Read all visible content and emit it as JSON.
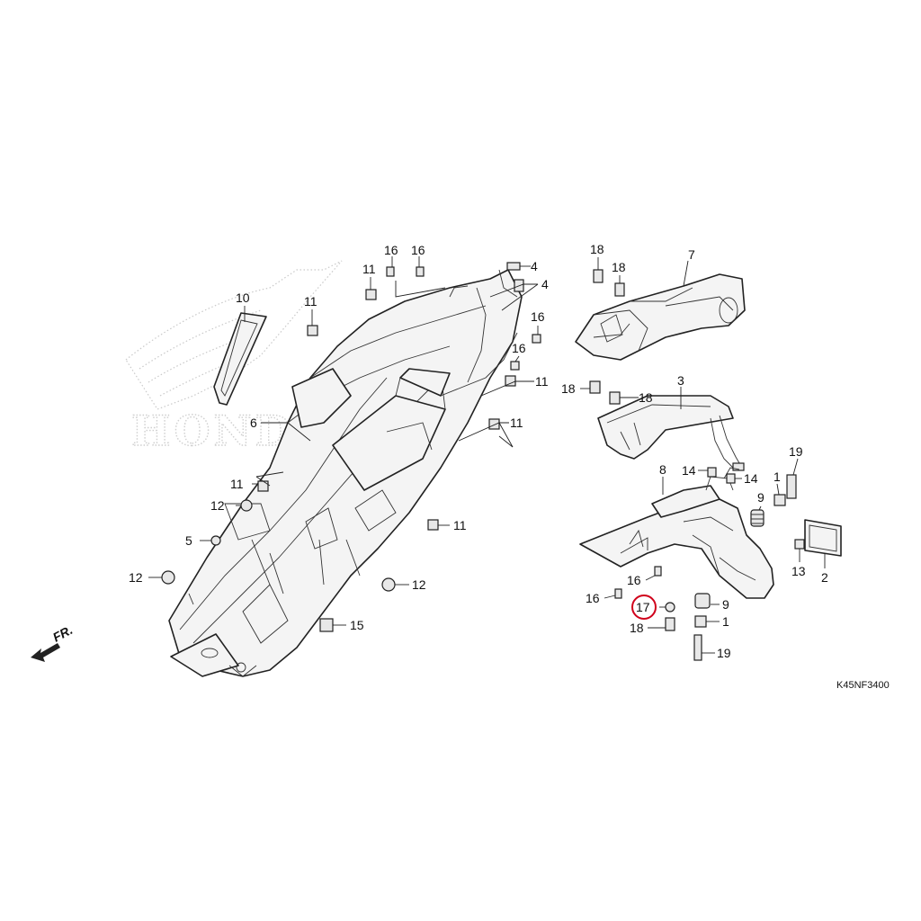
{
  "diagram": {
    "code": "K45NF3400",
    "direction_label": "FR.",
    "watermark": "HONDA",
    "highlight_color": "#d0021b",
    "highlighted_callout": "17",
    "callouts": [
      {
        "id": "c10",
        "text": "10"
      },
      {
        "id": "c11a",
        "text": "11"
      },
      {
        "id": "c16a",
        "text": "16"
      },
      {
        "id": "c16b",
        "text": "16"
      },
      {
        "id": "c11b",
        "text": "11"
      },
      {
        "id": "c4a",
        "text": "4"
      },
      {
        "id": "c4b",
        "text": "4"
      },
      {
        "id": "c16c",
        "text": "16"
      },
      {
        "id": "c16d",
        "text": "16"
      },
      {
        "id": "c11c",
        "text": "11"
      },
      {
        "id": "c11d",
        "text": "11"
      },
      {
        "id": "c6",
        "text": "6"
      },
      {
        "id": "c11e",
        "text": "11"
      },
      {
        "id": "c12a",
        "text": "12"
      },
      {
        "id": "c11f",
        "text": "11"
      },
      {
        "id": "c5",
        "text": "5"
      },
      {
        "id": "c12b",
        "text": "12"
      },
      {
        "id": "c12c",
        "text": "12"
      },
      {
        "id": "c15",
        "text": "15"
      },
      {
        "id": "c18a",
        "text": "18"
      },
      {
        "id": "c18b",
        "text": "18"
      },
      {
        "id": "c7",
        "text": "7"
      },
      {
        "id": "c18c",
        "text": "18"
      },
      {
        "id": "c18d",
        "text": "18"
      },
      {
        "id": "c3",
        "text": "3"
      },
      {
        "id": "c19a",
        "text": "19"
      },
      {
        "id": "c8",
        "text": "8"
      },
      {
        "id": "c14a",
        "text": "14"
      },
      {
        "id": "c14b",
        "text": "14"
      },
      {
        "id": "c1a",
        "text": "1"
      },
      {
        "id": "c9a",
        "text": "9"
      },
      {
        "id": "c16e",
        "text": "16"
      },
      {
        "id": "c16f",
        "text": "16"
      },
      {
        "id": "c17",
        "text": "17"
      },
      {
        "id": "c18e",
        "text": "18"
      },
      {
        "id": "c9b",
        "text": "9"
      },
      {
        "id": "c1b",
        "text": "1"
      },
      {
        "id": "c19b",
        "text": "19"
      },
      {
        "id": "c13",
        "text": "13"
      },
      {
        "id": "c2",
        "text": "2"
      }
    ]
  }
}
